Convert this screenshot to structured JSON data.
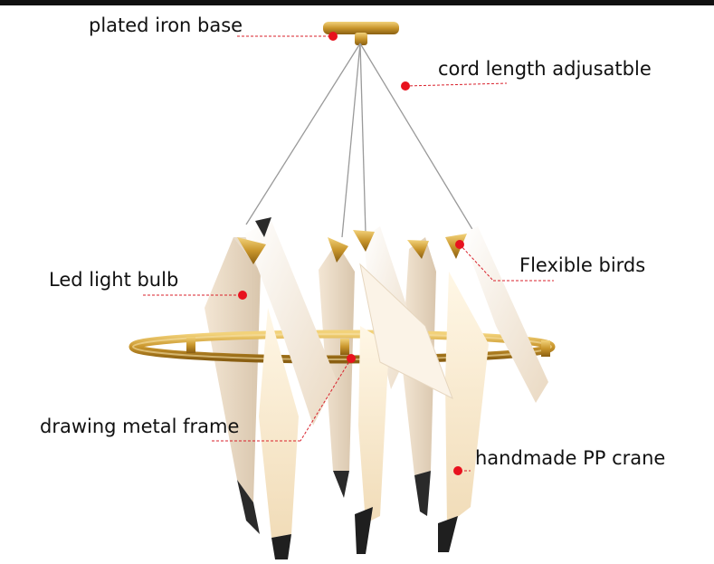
{
  "labels": {
    "plated_iron_base": "plated iron base",
    "cord_length": "cord length adjusatble",
    "led_bulb": "Led light bulb",
    "flexible_birds": "Flexible birds",
    "metal_frame": "drawing metal frame",
    "pp_crane": "handmade PP crane"
  },
  "colors": {
    "marker": "#e8121e",
    "leader_line": "#d9202b",
    "gold": "#c9962c",
    "bird_body": "#f6efe6",
    "bird_shadow": "#e0d3c2",
    "black_tip": "#1a1a1a",
    "cord": "#8a8a8a"
  }
}
